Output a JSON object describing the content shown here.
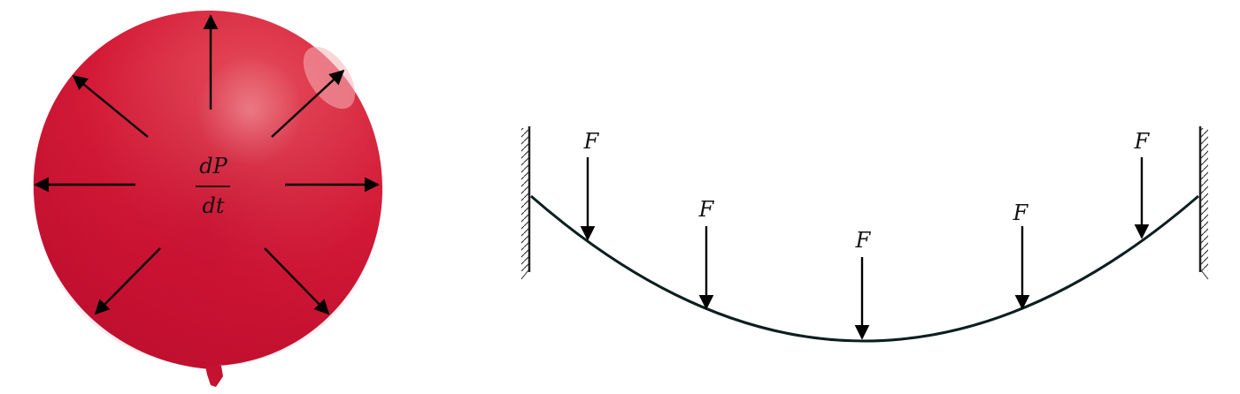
{
  "balloon": {
    "rate_numerator": "dP",
    "rate_denominator": "dt",
    "colors": {
      "base": "#c8102e",
      "highlight": "#ef5a6a",
      "shadow": "#a80024",
      "arrow": "#000000"
    }
  },
  "cable": {
    "force_label": "F",
    "load_count": 5,
    "colors": {
      "cable": "#0b1f1f",
      "arrow": "#000000",
      "wall": "#222222"
    }
  }
}
